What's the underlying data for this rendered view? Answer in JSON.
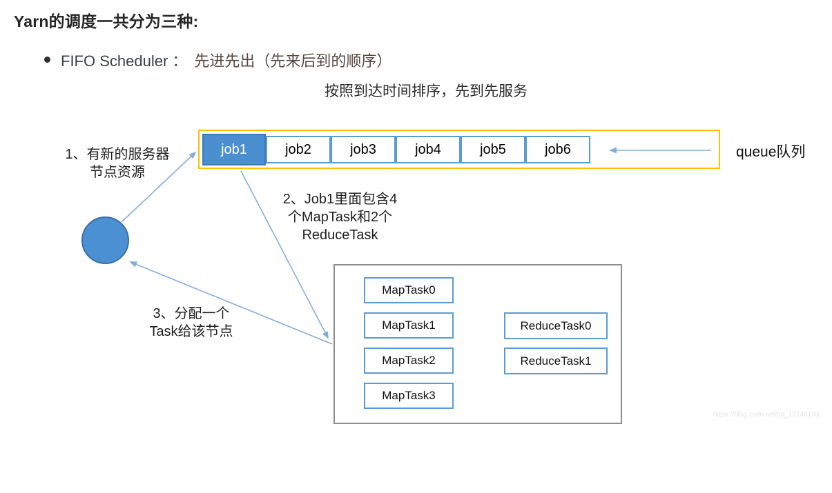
{
  "header": {
    "title": "Yarn的调度一共分为三种:",
    "bullet_label": "FIFO Scheduler ：",
    "bullet_highlight": "先进先出（先来后到的顺序）",
    "caption": "按照到达时间排序，先到先服务"
  },
  "queue": {
    "label": "queue队列",
    "jobs": [
      "job1",
      "job2",
      "job3",
      "job4",
      "job5",
      "job6"
    ],
    "selected_index": 0
  },
  "notes": {
    "n1": [
      "1、有新的服务器",
      "节点资源"
    ],
    "n2": [
      "2、Job1里面包含4",
      "个MapTask和2个",
      "ReduceTask"
    ],
    "n3": [
      "3、分配一个",
      "Task给该节点"
    ]
  },
  "tasks": {
    "map": [
      "MapTask0",
      "MapTask1",
      "MapTask2",
      "MapTask3"
    ],
    "reduce": [
      "ReduceTask0",
      "ReduceTask1"
    ]
  },
  "watermark": {
    "text": "https://blog.csdn.net/qq_16146103"
  },
  "colors": {
    "queue_border": "#FFC000",
    "cell_border": "#5B9BD5",
    "selected_job_fill": "#4A90D0",
    "circle_fill": "#4A90D2",
    "arrow": "#85ADDB",
    "task_box_border": "#8D8D8D"
  }
}
